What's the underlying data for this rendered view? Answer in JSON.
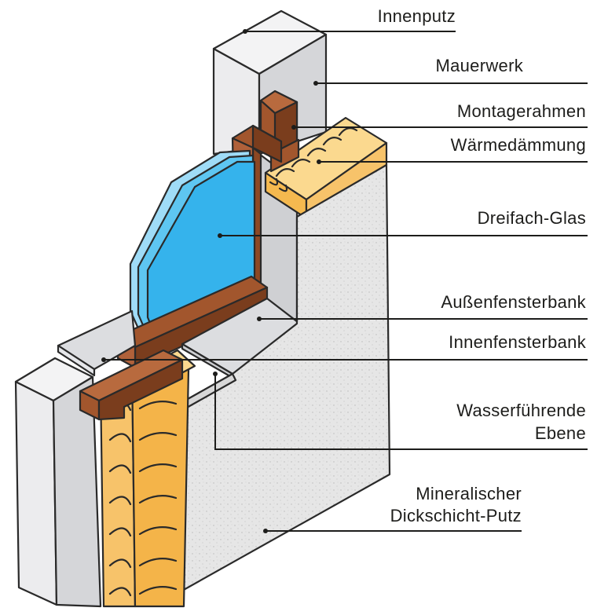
{
  "labels": {
    "innenputz": "Innenputz",
    "mauerwerk": "Mauerwerk",
    "montagerahmen": "Montagerahmen",
    "waermedaemmung": "Wärmedämmung",
    "dreifach_glas": "Dreifach-Glas",
    "aussenfensterbank": "Außenfensterbank",
    "innenfensterbank": "Innenfensterbank",
    "wasserfuehrende_1": "Wasserführende",
    "wasserfuehrende_2": "Ebene",
    "putz_1": "Mineralischer",
    "putz_2": "Dickschicht-Putz"
  },
  "colors": {
    "plaster_light": "#e9eaec",
    "plaster_mid": "#d6d7da",
    "masonry": "#c9cacd",
    "frame": "#a2562d",
    "frame_dark": "#7a3d1d",
    "insulation": "#f7c36a",
    "insulation_light": "#fbd98f",
    "glass": "#35b3ec",
    "glass_light": "#9fdcf7",
    "render": "#e4e4e4",
    "sill": "#dcdde0"
  }
}
